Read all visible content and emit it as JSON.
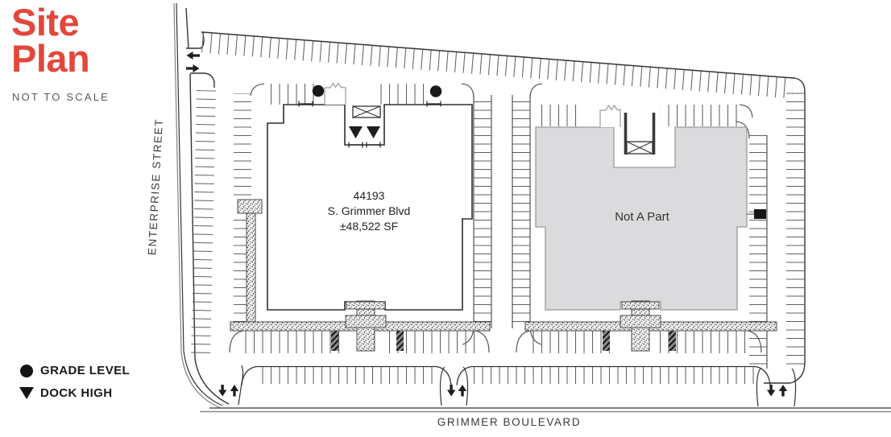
{
  "title": {
    "line1": "Site",
    "line2": "Plan",
    "note": "NOT TO SCALE"
  },
  "streets": {
    "left_label": "ENTERPRISE STREET",
    "bottom_label": "GRIMMER BOULEVARD"
  },
  "buildings": {
    "main": {
      "line1": "44193",
      "line2": "S. Grimmer Blvd",
      "line3": "±48,522 SF"
    },
    "excluded": {
      "label": "Not A Part"
    }
  },
  "legend": {
    "grade_level_label": "GRADE LEVEL",
    "dock_high_label": "DOCK HIGH"
  },
  "colors": {
    "accent_red": "#E3473B",
    "excluded_building_fill": "#DBDBDE",
    "line_dark": "#2e2e2e",
    "line_gray": "#8a8a8a"
  }
}
